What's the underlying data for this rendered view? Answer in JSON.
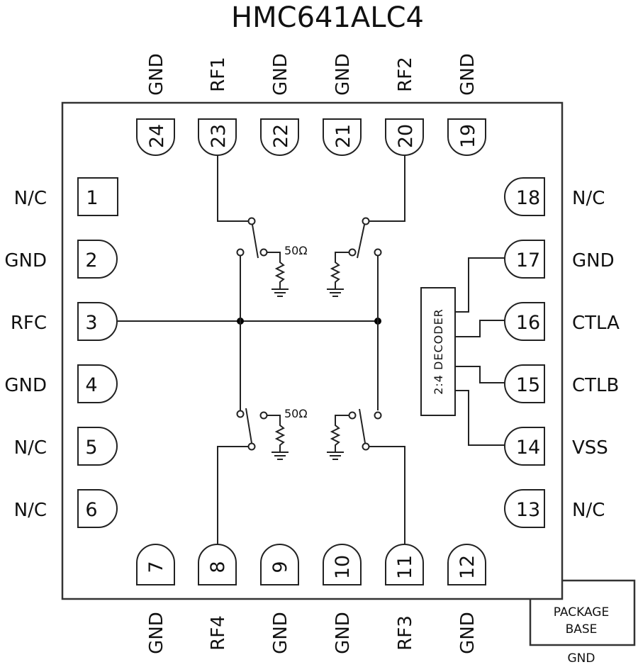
{
  "title": "HMC641ALC4",
  "pins": {
    "top": [
      {
        "num": "24",
        "label": "GND"
      },
      {
        "num": "23",
        "label": "RF1"
      },
      {
        "num": "22",
        "label": "GND"
      },
      {
        "num": "21",
        "label": "GND"
      },
      {
        "num": "20",
        "label": "RF2"
      },
      {
        "num": "19",
        "label": "GND"
      }
    ],
    "left": [
      {
        "num": "1",
        "label": "N/C"
      },
      {
        "num": "2",
        "label": "GND"
      },
      {
        "num": "3",
        "label": "RFC"
      },
      {
        "num": "4",
        "label": "GND"
      },
      {
        "num": "5",
        "label": "N/C"
      },
      {
        "num": "6",
        "label": "N/C"
      }
    ],
    "right": [
      {
        "num": "18",
        "label": "N/C"
      },
      {
        "num": "17",
        "label": "GND"
      },
      {
        "num": "16",
        "label": "CTLA"
      },
      {
        "num": "15",
        "label": "CTLB"
      },
      {
        "num": "14",
        "label": "VSS"
      },
      {
        "num": "13",
        "label": "N/C"
      }
    ],
    "bottom": [
      {
        "num": "7",
        "label": "GND"
      },
      {
        "num": "8",
        "label": "RF4"
      },
      {
        "num": "9",
        "label": "GND"
      },
      {
        "num": "10",
        "label": "GND"
      },
      {
        "num": "11",
        "label": "RF3"
      },
      {
        "num": "12",
        "label": "GND"
      }
    ]
  },
  "resistor_label": "50Ω",
  "decoder_label": "2:4  DECODER",
  "package_base": {
    "line1": "PACKAGE",
    "line2": "BASE",
    "pin_label": "GND"
  }
}
